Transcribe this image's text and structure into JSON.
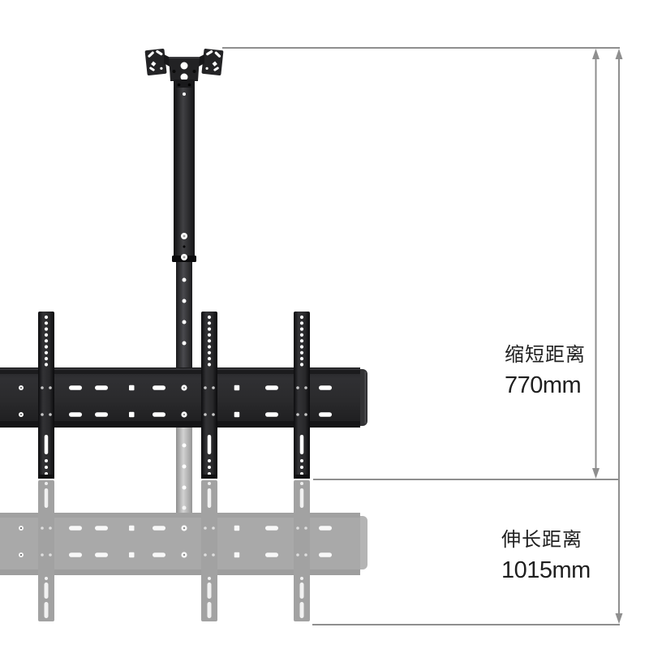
{
  "annotations": {
    "retract": {
      "label": "缩短距离",
      "value": "770mm"
    },
    "extend": {
      "label": "伸长距离",
      "value": "1015mm"
    }
  },
  "colors": {
    "background": "#ffffff",
    "hardware_dark": "#232325",
    "hardware_darker": "#141416",
    "silver_pole": "#c6c6c6",
    "reflection_gray": "#a9a9a9",
    "dimension_line": "#8f8f8f",
    "label_text": "#1f1f1f"
  }
}
